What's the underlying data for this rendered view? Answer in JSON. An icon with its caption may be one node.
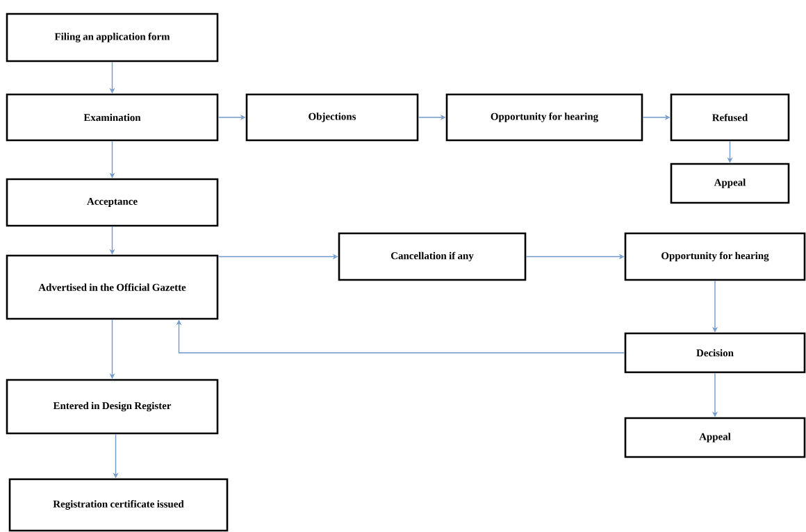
{
  "diagram": {
    "nodes": [
      {
        "text": [
          "Filing an application form"
        ]
      },
      {
        "text": [
          "Examination"
        ]
      },
      {
        "text": [
          "Objections"
        ]
      },
      {
        "text": [
          "Opportunity for hearing"
        ]
      },
      {
        "text": [
          "Refused"
        ]
      },
      {
        "text": [
          "Appeal"
        ]
      },
      {
        "text": [
          "Acceptance"
        ]
      },
      {
        "text": [
          "Advertised in the Official Gazette"
        ]
      },
      {
        "text": [
          "Cancellation if any"
        ]
      },
      {
        "text": [
          "Opportunity for hearing"
        ]
      },
      {
        "text": [
          "Decision"
        ]
      },
      {
        "text": [
          "Appeal"
        ]
      },
      {
        "text": [
          "Entered in Design Register"
        ]
      },
      {
        "text": [
          "Registration certificate issued"
        ]
      }
    ],
    "edges": [
      {
        "from": 0,
        "to": 1,
        "arrow": "to"
      },
      {
        "from": 1,
        "to": 2,
        "arrow": "to"
      },
      {
        "from": 2,
        "to": 3,
        "arrow": "to"
      },
      {
        "from": 3,
        "to": 4,
        "arrow": "to"
      },
      {
        "from": 4,
        "to": 5,
        "arrow": "to"
      },
      {
        "from": 1,
        "to": 6,
        "arrow": "to"
      },
      {
        "from": 6,
        "to": 7,
        "arrow": "to"
      },
      {
        "from": 7,
        "to": 8,
        "arrow": "to"
      },
      {
        "from": 8,
        "to": 9,
        "arrow": "to"
      },
      {
        "from": 9,
        "to": 10,
        "arrow": "to"
      },
      {
        "from": 10,
        "to": 7,
        "arrow": "to"
      },
      {
        "from": 10,
        "to": 11,
        "arrow": "to"
      },
      {
        "from": 7,
        "to": 12,
        "arrow": "to"
      },
      {
        "from": 12,
        "to": 13,
        "arrow": "to"
      }
    ]
  }
}
